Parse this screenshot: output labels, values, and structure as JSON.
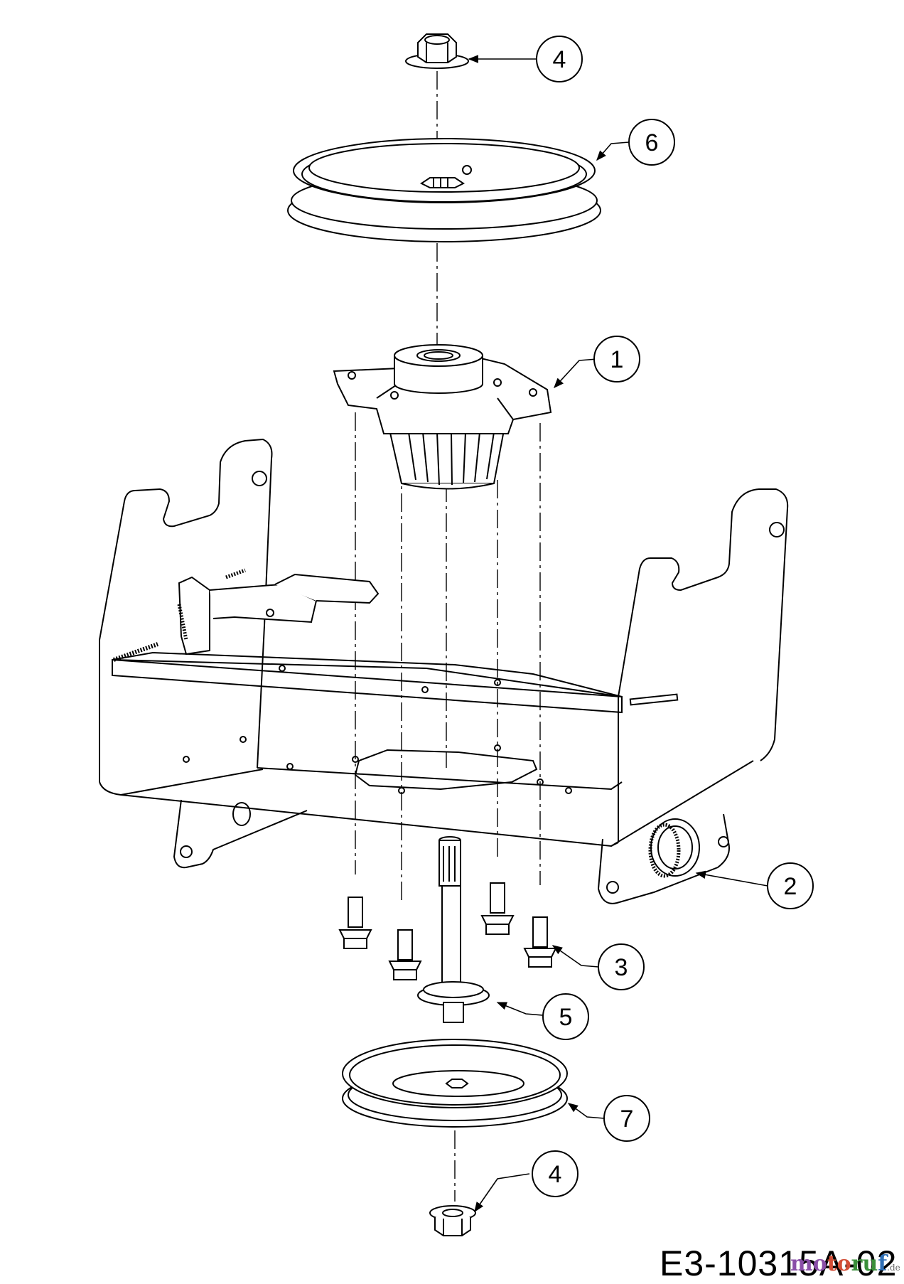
{
  "drawing_number": "E3-10315A-02",
  "watermark": {
    "part1": "mo",
    "part2": "to",
    "part3": "ru",
    "part4": "f",
    "suffix": ".de"
  },
  "callouts": [
    {
      "id": "callout-4-top",
      "label": "4"
    },
    {
      "id": "callout-6",
      "label": "6"
    },
    {
      "id": "callout-1",
      "label": "1"
    },
    {
      "id": "callout-2",
      "label": "2"
    },
    {
      "id": "callout-3",
      "label": "3"
    },
    {
      "id": "callout-5",
      "label": "5"
    },
    {
      "id": "callout-7",
      "label": "7"
    },
    {
      "id": "callout-4-bottom",
      "label": "4"
    }
  ],
  "parts": [
    {
      "number": "1",
      "part": "spindle-housing"
    },
    {
      "number": "2",
      "part": "mounting-bracket"
    },
    {
      "number": "3",
      "part": "flange-bolts"
    },
    {
      "number": "4",
      "part": "hex-flange-nut"
    },
    {
      "number": "5",
      "part": "spindle-shaft"
    },
    {
      "number": "6",
      "part": "upper-pulley"
    },
    {
      "number": "7",
      "part": "lower-pulley"
    }
  ],
  "colors": {
    "line": "#000000",
    "background": "#ffffff"
  }
}
